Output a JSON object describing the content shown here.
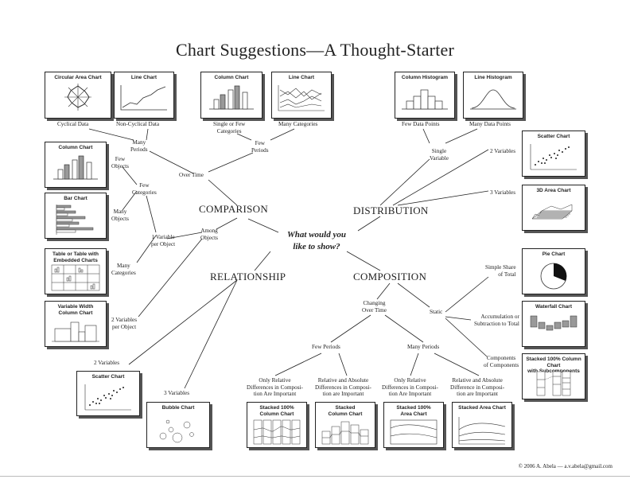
{
  "title": "Chart Suggestions—A Thought-Starter",
  "center_question_line1": "What would you",
  "center_question_line2": "like to show?",
  "categories": {
    "comparison": "COMPARISON",
    "distribution": "DISTRIBUTION",
    "relationship": "RELATIONSHIP",
    "composition": "COMPOSITION"
  },
  "labels": {
    "cyclical_data": "Cyclical Data",
    "non_cyclical_data": "Non-Cyclical Data",
    "many_periods_1": "Many",
    "many_periods_2": "Periods",
    "single_few_1": "Single or Few",
    "single_few_2": "Categories",
    "many_categories_top": "Many Categories",
    "few_periods_1": "Few",
    "few_periods_2": "Periods",
    "over_time": "Over Time",
    "few_objects_1": "Few",
    "few_objects_2": "Objects",
    "few_categories_1": "Few",
    "few_categories_2": "Categories",
    "many_objects_1": "Many",
    "many_objects_2": "Objects",
    "one_var_1": "1 Variable",
    "one_var_2": "per Object",
    "among_1": "Among",
    "among_2": "Objects",
    "many_categories_left_1": "Many",
    "many_categories_left_2": "Categories",
    "two_var_obj_1": "2 Variables",
    "two_var_obj_2": "per Object",
    "few_data_points": "Few Data Points",
    "many_data_points": "Many Data Points",
    "single_var_1": "Single",
    "single_var_2": "Variable",
    "two_variables_dist": "2 Variables",
    "three_variables_dist": "3 Variables",
    "two_variables_rel": "2 Variables",
    "three_variables_rel": "3 Variables",
    "simple_share_1": "Simple Share",
    "simple_share_2": "of Total",
    "changing_1": "Changing",
    "changing_2": "Over Time",
    "static": "Static",
    "accumulation_1": "Accumulation or",
    "accumulation_2": "Subtraction to Total",
    "components_1": "Components",
    "components_2": "of Components",
    "few_periods_comp": "Few Periods",
    "many_periods_comp": "Many Periods",
    "only_rel_a_1": "Only Relative",
    "only_rel_a_2": "Differences in Composi-",
    "only_rel_a_3": "tion Are Important",
    "rel_abs_a_1": "Relative and Absolute",
    "rel_abs_a_2": "Differences in Composi-",
    "rel_abs_a_3": "tion are Important",
    "only_rel_b_1": "Only Relative",
    "only_rel_b_2": "Differences in Composi-",
    "only_rel_b_3": "tion Are Important",
    "rel_abs_b_1": "Relative and Absolute",
    "rel_abs_b_2": "Difference in Composi-",
    "rel_abs_b_3": "tion are Important"
  },
  "charts": {
    "circular_area": "Circular Area Chart",
    "line_top_left": "Line Chart",
    "column_top": "Column Chart",
    "line_top_mid": "Line Chart",
    "column_histogram": "Column Histogram",
    "line_histogram": "Line Histogram",
    "column_left": "Column Chart",
    "bar": "Bar Chart",
    "table_1": "Table or Table with",
    "table_2": "Embedded Charts",
    "var_width_1": "Variable Width",
    "var_width_2": "Column Chart",
    "scatter_right": "Scatter Chart",
    "area_3d": "3D Area Chart",
    "pie": "Pie Chart",
    "waterfall": "Waterfall Chart",
    "stacked_sub_1": "Stacked 100% Column Chart",
    "stacked_sub_2": "with Subcomponents",
    "scatter_bottom": "Scatter Chart",
    "bubble": "Bubble Chart",
    "stacked100_col_1": "Stacked 100%",
    "stacked100_col_2": "Column Chart",
    "stacked_col_1": "Stacked",
    "stacked_col_2": "Column Chart",
    "stacked100_area_1": "Stacked 100%",
    "stacked100_area_2": "Area Chart",
    "stacked_area": "Stacked Area Chart"
  },
  "footer": "© 2006  A. Abela — a.v.abela@gmail.com"
}
